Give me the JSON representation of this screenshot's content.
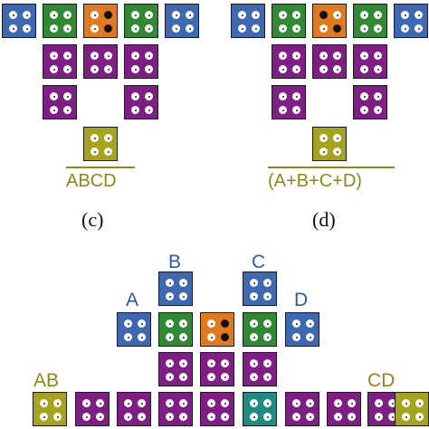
{
  "captions": {
    "c": "(c)",
    "d": "(d)"
  },
  "gate_expressions": {
    "c": "ABCD",
    "d": "(A+B+C+D)"
  },
  "port_labels": {
    "A": "A",
    "B": "B",
    "C": "C",
    "D": "D",
    "AB": "AB",
    "CD": "CD"
  },
  "colors": {
    "input_block": "#3f68b3",
    "junction_block": "#2f8a33",
    "wire_block": "#7f1f86",
    "gate_block": "#e07a1c",
    "output_block": "#a6a31f",
    "center_block": "#1f8c84",
    "label_blue": "#2e5aa8",
    "label_olive": "#8b8a12"
  },
  "gate_dots": {
    "c": [
      "white",
      "black",
      "white",
      "black"
    ],
    "d": [
      "black",
      "white",
      "white",
      "black"
    ],
    "e": [
      "white",
      "black",
      "white",
      "black"
    ]
  }
}
